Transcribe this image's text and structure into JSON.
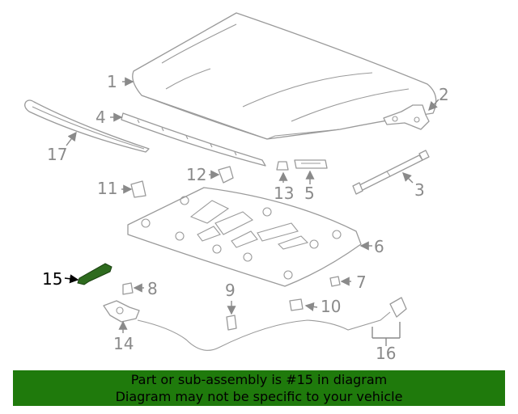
{
  "diagram": {
    "callouts": {
      "c1": "1",
      "c2": "2",
      "c3": "3",
      "c4": "4",
      "c5": "5",
      "c6": "6",
      "c7": "7",
      "c8": "8",
      "c9": "9",
      "c10": "10",
      "c11": "11",
      "c12": "12",
      "c13": "13",
      "c14": "14",
      "c15": "15",
      "c16": "16",
      "c17": "17"
    },
    "highlight_color": "#2e6b1e",
    "banner_color": "#1f7a0c"
  },
  "banner": {
    "line1": "Part or sub-assembly is #15 in diagram",
    "line2": "Diagram may not be specific to your vehicle"
  }
}
